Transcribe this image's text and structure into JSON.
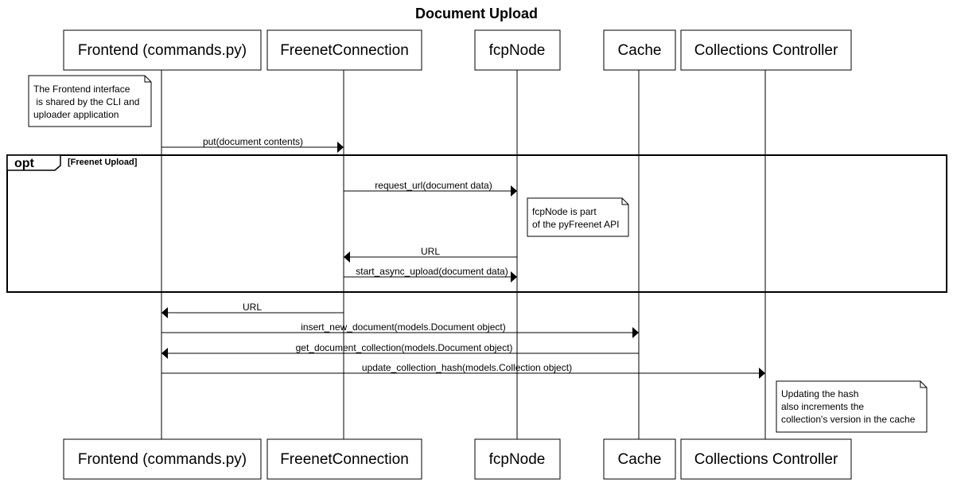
{
  "title": "Document Upload",
  "participants": [
    {
      "id": "frontend",
      "label": "Frontend (commands.py)"
    },
    {
      "id": "freenet",
      "label": "FreenetConnection"
    },
    {
      "id": "fcp",
      "label": "fcpNode"
    },
    {
      "id": "cache",
      "label": "Cache"
    },
    {
      "id": "collections",
      "label": "Collections Controller"
    }
  ],
  "messages": [
    {
      "from": "frontend",
      "to": "freenet",
      "label": "put(document contents)"
    },
    {
      "from": "freenet",
      "to": "fcp",
      "label": "request_url(document data)"
    },
    {
      "from": "fcp",
      "to": "freenet",
      "label": "URL"
    },
    {
      "from": "freenet",
      "to": "fcp",
      "label": "start_async_upload(document data)"
    },
    {
      "from": "freenet",
      "to": "frontend",
      "label": "URL"
    },
    {
      "from": "frontend",
      "to": "cache",
      "label": "insert_new_document(models.Document object)"
    },
    {
      "from": "cache",
      "to": "frontend",
      "label": "get_document_collection(models.Document object)"
    },
    {
      "from": "frontend",
      "to": "collections",
      "label": "update_collection_hash(models.Collection object)"
    }
  ],
  "notes": [
    {
      "lines": [
        "The Frontend interface",
        " is shared by the CLI and",
        "uploader application"
      ]
    },
    {
      "lines": [
        "fcpNode is part",
        "of the pyFreenet API"
      ]
    },
    {
      "lines": [
        "Updating the hash",
        "also increments the",
        "collection's version in the cache"
      ]
    }
  ],
  "frame": {
    "tag": "opt",
    "condition": "[Freenet Upload]"
  }
}
